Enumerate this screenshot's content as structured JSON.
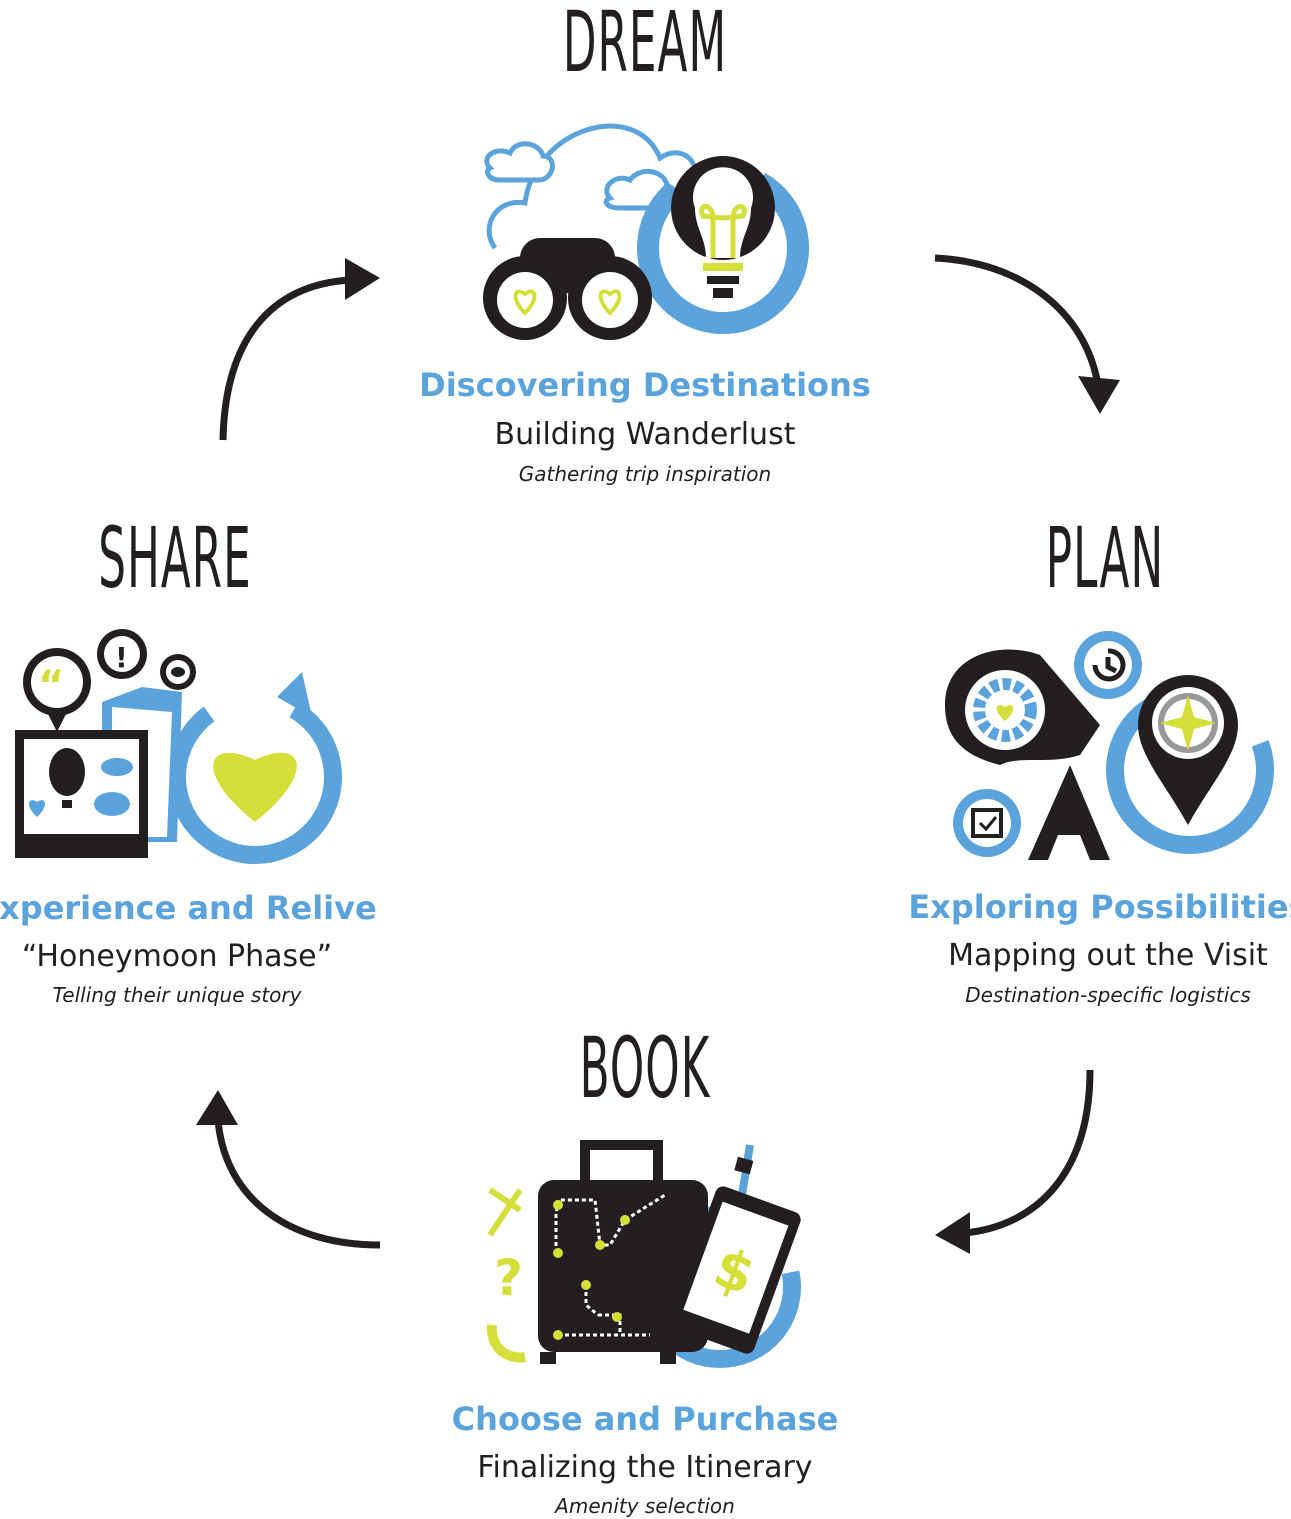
{
  "colors": {
    "blue": "#5ba3dc",
    "accent": "#d4df3a",
    "dark": "#231f20"
  },
  "stages": [
    {
      "title": "DREAM",
      "heading": "Discovering Destinations",
      "subtitle": "Building Wanderlust",
      "note": "Gathering trip inspiration"
    },
    {
      "title": "PLAN",
      "heading": "Exploring Possibilities",
      "subtitle": "Mapping out the Visit",
      "note": "Destination-specific logistics"
    },
    {
      "title": "BOOK",
      "heading": "Choose and Purchase",
      "subtitle": "Finalizing the Itinerary",
      "note": "Amenity selection"
    },
    {
      "title": "SHARE",
      "heading": "Experience and Relive",
      "subtitle": "“Honeymoon Phase”",
      "note": "Telling their unique story"
    }
  ],
  "icons": {
    "dream": "binoculars-lightbulb-icon",
    "plan": "telescope-compass-icon",
    "book": "suitcase-phone-icon",
    "share": "photo-heart-icon",
    "cycle": "curved-arrow-icon"
  }
}
